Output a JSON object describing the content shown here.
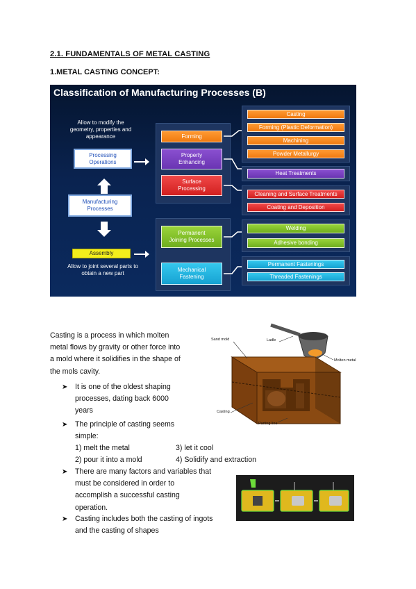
{
  "heading": "2.1. FUNDAMENTALS OF METAL CASTING",
  "subheading": "1.METAL CASTING CONCEPT:",
  "diagram": {
    "title": "Classification of Manufacturing Processes (B)",
    "note_top": [
      "Allow to modify the",
      "geometry, properties and",
      "appearance"
    ],
    "processing": [
      "Processing",
      "Operations"
    ],
    "manufacturing": [
      "Manufacturing",
      "Processes"
    ],
    "assembly": "Assembly",
    "note_bottom": [
      "Allow to joint several parts to",
      "obtain a new part"
    ],
    "forming": "Forming",
    "property": [
      "Property",
      "Enhancing"
    ],
    "surface": [
      "Surface",
      "Processing"
    ],
    "permanent": [
      "Permanent",
      "Joining Processes"
    ],
    "mechanical": [
      "Mechanical",
      "Fastening"
    ],
    "forming_items": [
      "Casting",
      "Forming (Plastic Deformation)",
      "Machining",
      "Powder Metallurgy"
    ],
    "property_items": [
      "Heat Treatments"
    ],
    "surface_items": [
      "Cleaning and Surface Treatments",
      "Coating and Deposition"
    ],
    "joining_items": [
      "Welding",
      "Adhesive bonding"
    ],
    "fastening_items": [
      "Permanent Fastenings",
      "Threaded Fastenings"
    ]
  },
  "paragraph": [
    "Casting is a process in which molten",
    "metal flows by gravity or other force into",
    "a mold where it solidifies in the shape of",
    "the mols cavity."
  ],
  "bullets": {
    "b1": [
      "It is one of the oldest shaping",
      "processes, dating back 6000",
      "years"
    ],
    "b2": [
      "The principle of casting seems",
      "simple:"
    ],
    "steps": [
      "1) melt the metal",
      "3) let it cool",
      "2) pour it into a mold",
      "4) Solidify and extraction"
    ],
    "b3": [
      "There are many factors and variables that",
      "must be considered in order to",
      "accomplish a successful casting",
      "operation."
    ],
    "b4": [
      "Casting includes both the casting of ingots",
      "and the casting of shapes"
    ]
  },
  "casting_image": {
    "labels": [
      "Sand mold",
      "Ladle",
      "Molten metal",
      "Casting",
      "Parting line"
    ]
  },
  "colors": {
    "diagram_bg": "#0a2350",
    "orange": "#f07a10",
    "purple": "#6a35b2",
    "red": "#d22020",
    "green": "#6fae1e",
    "cyan": "#16a2d2",
    "mold_brown": "#8a4a12"
  }
}
